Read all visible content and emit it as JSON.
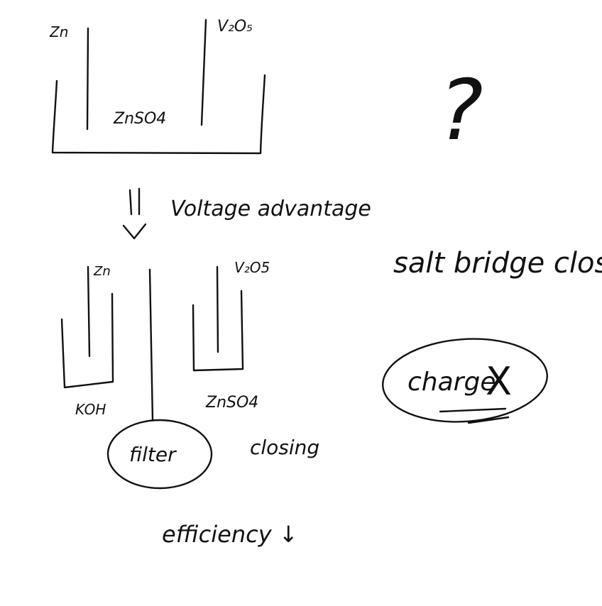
{
  "diagram": {
    "ink_color": "#111111",
    "top_cell": {
      "anode_label": "Zn",
      "cathode_label": "V₂O₅",
      "electrolyte_label": "ZnSO4"
    },
    "question_mark": "?",
    "arrow_note": "Voltage advantage",
    "bottom_cell": {
      "anode_label": "Zn",
      "cathode_label": "V₂O5",
      "left_electrolyte_label": "KOH",
      "right_electrolyte_label": "ZnSO4",
      "separator_label": "filter",
      "note_right_of_filter": "closing",
      "efficiency_note": "efficiency ↓"
    },
    "right_notes": {
      "salt_bridge_label": "salt bridge closing",
      "charge_label": "charge",
      "charge_mark": "X"
    }
  }
}
